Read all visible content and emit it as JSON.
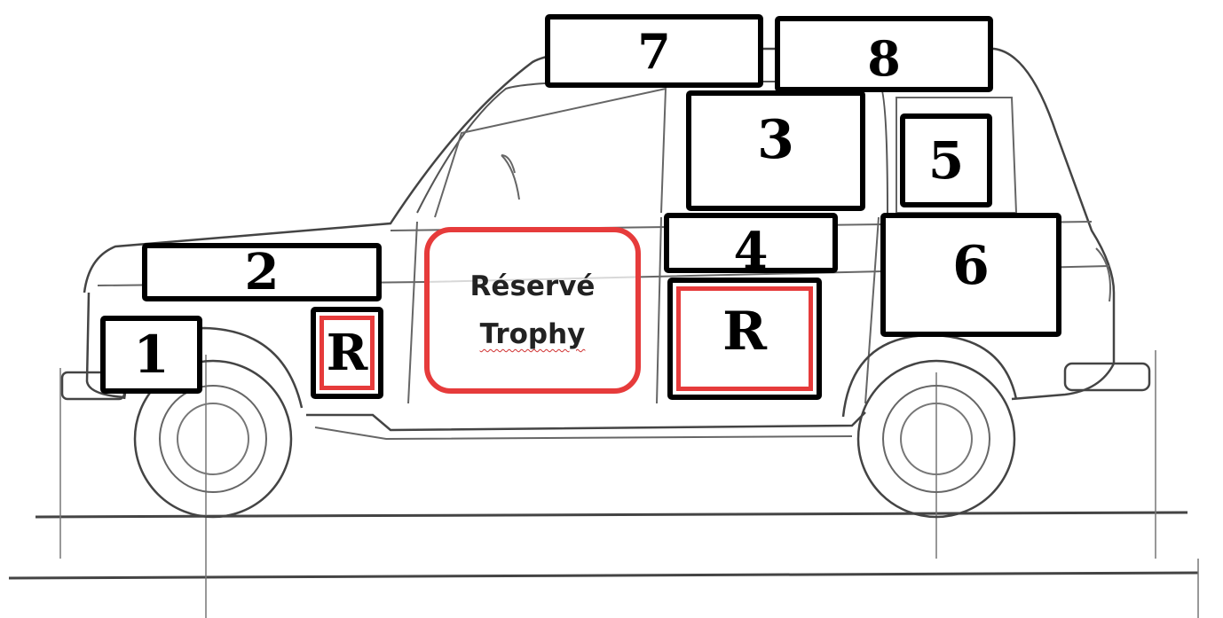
{
  "zones": {
    "z1": "1",
    "z2": "2",
    "z3": "3",
    "z4": "4",
    "z5": "5",
    "z6": "6",
    "z7": "7",
    "z8": "8",
    "r_front": "R",
    "r_rear": "R"
  },
  "reserved": {
    "line1": "Réservé",
    "line2": "Trophy"
  },
  "colors": {
    "outline": "#000000",
    "reserved_red": "#e63b3b"
  }
}
